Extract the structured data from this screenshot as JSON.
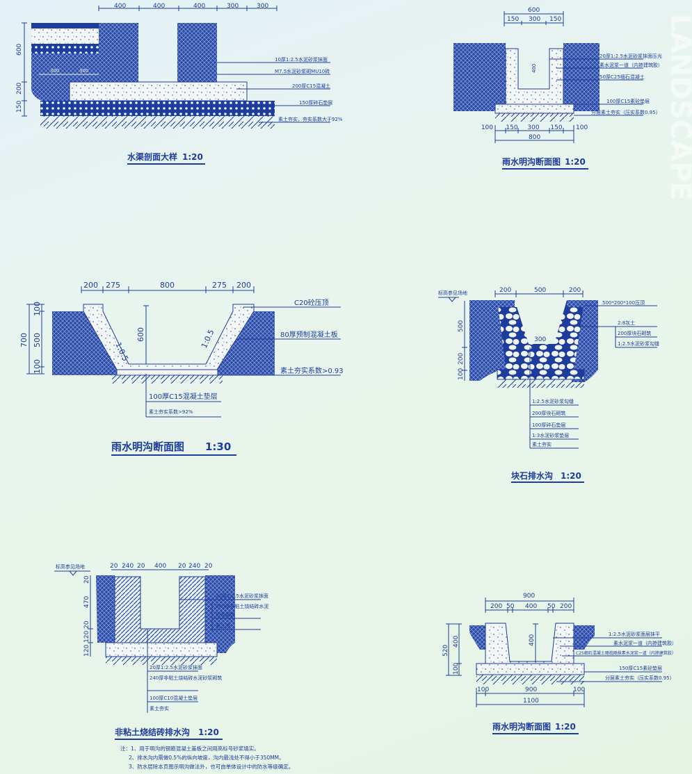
{
  "colors": {
    "ink": "#1d3c9c",
    "background": "#e6f3ee"
  },
  "watermark": "LANDSCAPE",
  "p1": {
    "title": "水渠剖面大样",
    "scale": "1:20",
    "dims_top": [
      "400",
      "400",
      "400",
      "300",
      "300"
    ],
    "dims_left": [
      "600",
      "200",
      "150"
    ],
    "dims_inner": [
      "300",
      "300"
    ],
    "labels": [
      "10厚1:2.5水泥砂浆抹面",
      "M7.5水泥砂浆砌MU10砖",
      "200厚C15混凝土",
      "150厚碎石垫层",
      "素土夯实，夯实系数大于92%"
    ]
  },
  "p2": {
    "title": "雨水明沟断面图",
    "scale": "1:20",
    "dims_top": [
      "600",
      "150",
      "300",
      "150"
    ],
    "dims_bottom": [
      "100",
      "150",
      "300",
      "150",
      "100",
      "800"
    ],
    "dims_inner": [
      "400"
    ],
    "labels": [
      "20厚1:2.5水泥砂浆抹面压光",
      "素水泥浆一道（内掺建筑胶）",
      "50厚C25细石混凝土",
      "100厚C15素砼垫层",
      "分层素土夯实（压实系数0.95）"
    ]
  },
  "p3": {
    "title": "雨水明沟断面图",
    "scale": "1:30",
    "dims_top": [
      "200",
      "275",
      "800",
      "275",
      "200"
    ],
    "dims_left": [
      "700",
      "100",
      "500",
      "100"
    ],
    "dims_inner": [
      "600"
    ],
    "slopes": [
      "1:0.5",
      "1:0.5"
    ],
    "labels": [
      "C20砼压顶",
      "80厚预制混凝土板",
      "素土夯实系数>0.93"
    ],
    "box_labels": [
      "100厚C15混凝土垫层",
      "素土夯实系数>92%"
    ]
  },
  "p4": {
    "title": "块石排水沟",
    "scale": "1:20",
    "level_mark": "标高参见场地",
    "dims_top": [
      "200",
      "500",
      "200"
    ],
    "dims_left": [
      "500",
      "200",
      "100"
    ],
    "dims_inner": [
      "300"
    ],
    "labels": [
      "500*200*100压顶",
      "2:8灰土",
      "200厚块石砌筑",
      "1:2.5水泥砂浆勾缝"
    ],
    "box_labels": [
      "1:2.5水泥砂浆勾缝",
      "200厚块石砌筑",
      "100厚碎石垫层",
      "1:3水泥砂浆垫层",
      "素土夯实"
    ]
  },
  "p5": {
    "title": "非粘土烧结砖排水沟",
    "scale": "1:20",
    "level_mark": "标高参见场地",
    "dims_top": [
      "20",
      "240",
      "20",
      "400",
      "20",
      "240",
      "20"
    ],
    "dims_left": [
      "20",
      "470",
      "20",
      "120",
      "120"
    ],
    "labels": [
      "20厚1:2.5水泥砂浆抹面",
      "240厚非粘土烧结砖水泥",
      "砂浆砌筑",
      "素土夯"
    ],
    "box_labels": [
      "20厚1:2.5水泥砂浆抹面",
      "240厚非粘土烧结砖水泥砂浆砌筑",
      "100厚C10混凝土垫层",
      "素土夯实"
    ],
    "notes": [
      "注：1、用于明沟的钢筋混凝土盖板之间用高标号砂浆填实。",
      "2、排水沟内需做0.5%的纵向坡度，沟内最浅处不得小于350MM。",
      "3、防水层除本页图示明沟做法外，也可由单体设计中的防水等级确定。"
    ]
  },
  "p6": {
    "title": "雨水明沟断面图",
    "scale": "1:20",
    "dims_top": [
      "900",
      "200",
      "50",
      "400",
      "50",
      "200"
    ],
    "dims_left": [
      "520",
      "400",
      "100"
    ],
    "dims_inner": [
      "400"
    ],
    "dims_bottom": [
      "100",
      "900",
      "100",
      "1100"
    ],
    "labels": [
      "1:2.5水泥砂浆面层抹平",
      "素水泥浆一道（内掺建筑胶）",
      "C25细石混凝土随捣随抹素水泥浆一道（内掺建筑胶）",
      "150厚C15素砼垫层",
      "分层素土夯实（压实系数0.95）"
    ]
  }
}
